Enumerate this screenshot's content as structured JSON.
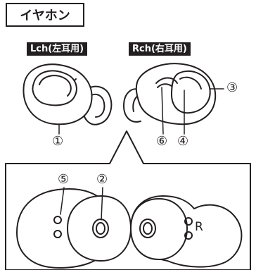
{
  "title": "イヤホン",
  "left_label": "Lch(左耳用)",
  "right_label": "Rch(右耳用)",
  "callouts": {
    "c1": "①",
    "c2": "②",
    "c3": "③",
    "c4": "④",
    "c5": "⑤",
    "c6": "⑥"
  },
  "right_mark": "R"
}
